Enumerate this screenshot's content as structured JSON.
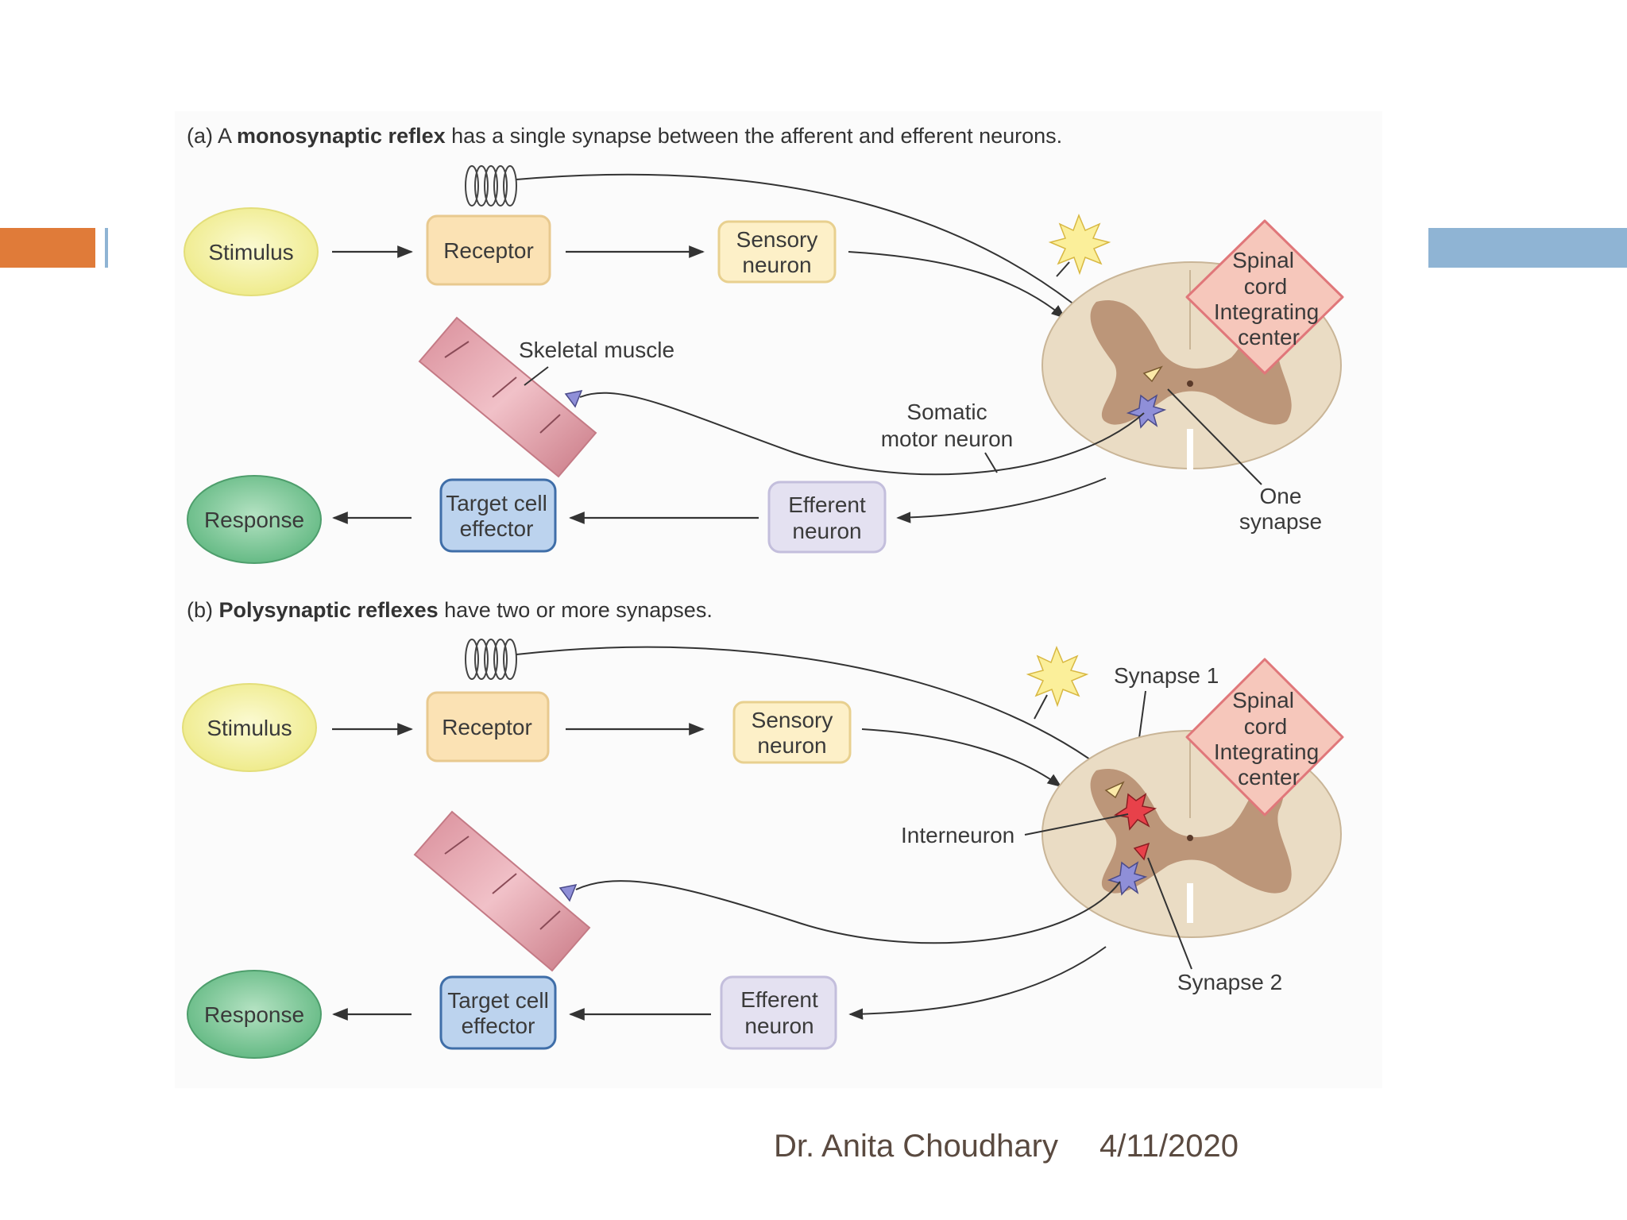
{
  "colors": {
    "accent_left": "#e07b39",
    "accent_right": "#8fb4d4",
    "stimulus_fill": "#f4f1a8",
    "receptor_fill": "#fbe2b4",
    "efferent_fill": "#e4e1f1",
    "target_fill": "#bcd3ee",
    "response_fill": "#7fc79a",
    "spinal_tag_fill": "#f6c7bb",
    "spinal_tag_stroke": "#e0777a",
    "cord_outer": "#eadcc4",
    "cord_inner": "#b48a6c"
  },
  "panel_a": {
    "caption_prefix": "(a) A ",
    "caption_bold": "monosynaptic reflex",
    "caption_rest": " has a single synapse between the afferent and efferent neurons.",
    "stimulus": "Stimulus",
    "receptor": "Receptor",
    "sensory_1": "Sensory",
    "sensory_2": "neuron",
    "spinal_1": "Spinal",
    "spinal_2": "cord",
    "spinal_3": "Integrating",
    "spinal_4": "center",
    "skeletal_muscle": "Skeletal muscle",
    "somatic_1": "Somatic",
    "somatic_2": "motor neuron",
    "response": "Response",
    "target_1": "Target cell",
    "target_2": "effector",
    "efferent_1": "Efferent",
    "efferent_2": "neuron",
    "synapse_1": "One",
    "synapse_2": "synapse"
  },
  "panel_b": {
    "caption_prefix": "(b) ",
    "caption_bold": "Polysynaptic reflexes",
    "caption_rest": " have two or more synapses.",
    "stimulus": "Stimulus",
    "receptor": "Receptor",
    "sensory_1": "Sensory",
    "sensory_2": "neuron",
    "synapse1": "Synapse 1",
    "spinal_1": "Spinal",
    "spinal_2": "cord",
    "spinal_3": "Integrating",
    "spinal_4": "center",
    "interneuron": "Interneuron",
    "synapse2": "Synapse 2",
    "response": "Response",
    "target_1": "Target cell",
    "target_2": "effector",
    "efferent_1": "Efferent",
    "efferent_2": "neuron"
  },
  "footer": {
    "author": "Dr. Anita Choudhary",
    "date": "4/11/2020"
  }
}
